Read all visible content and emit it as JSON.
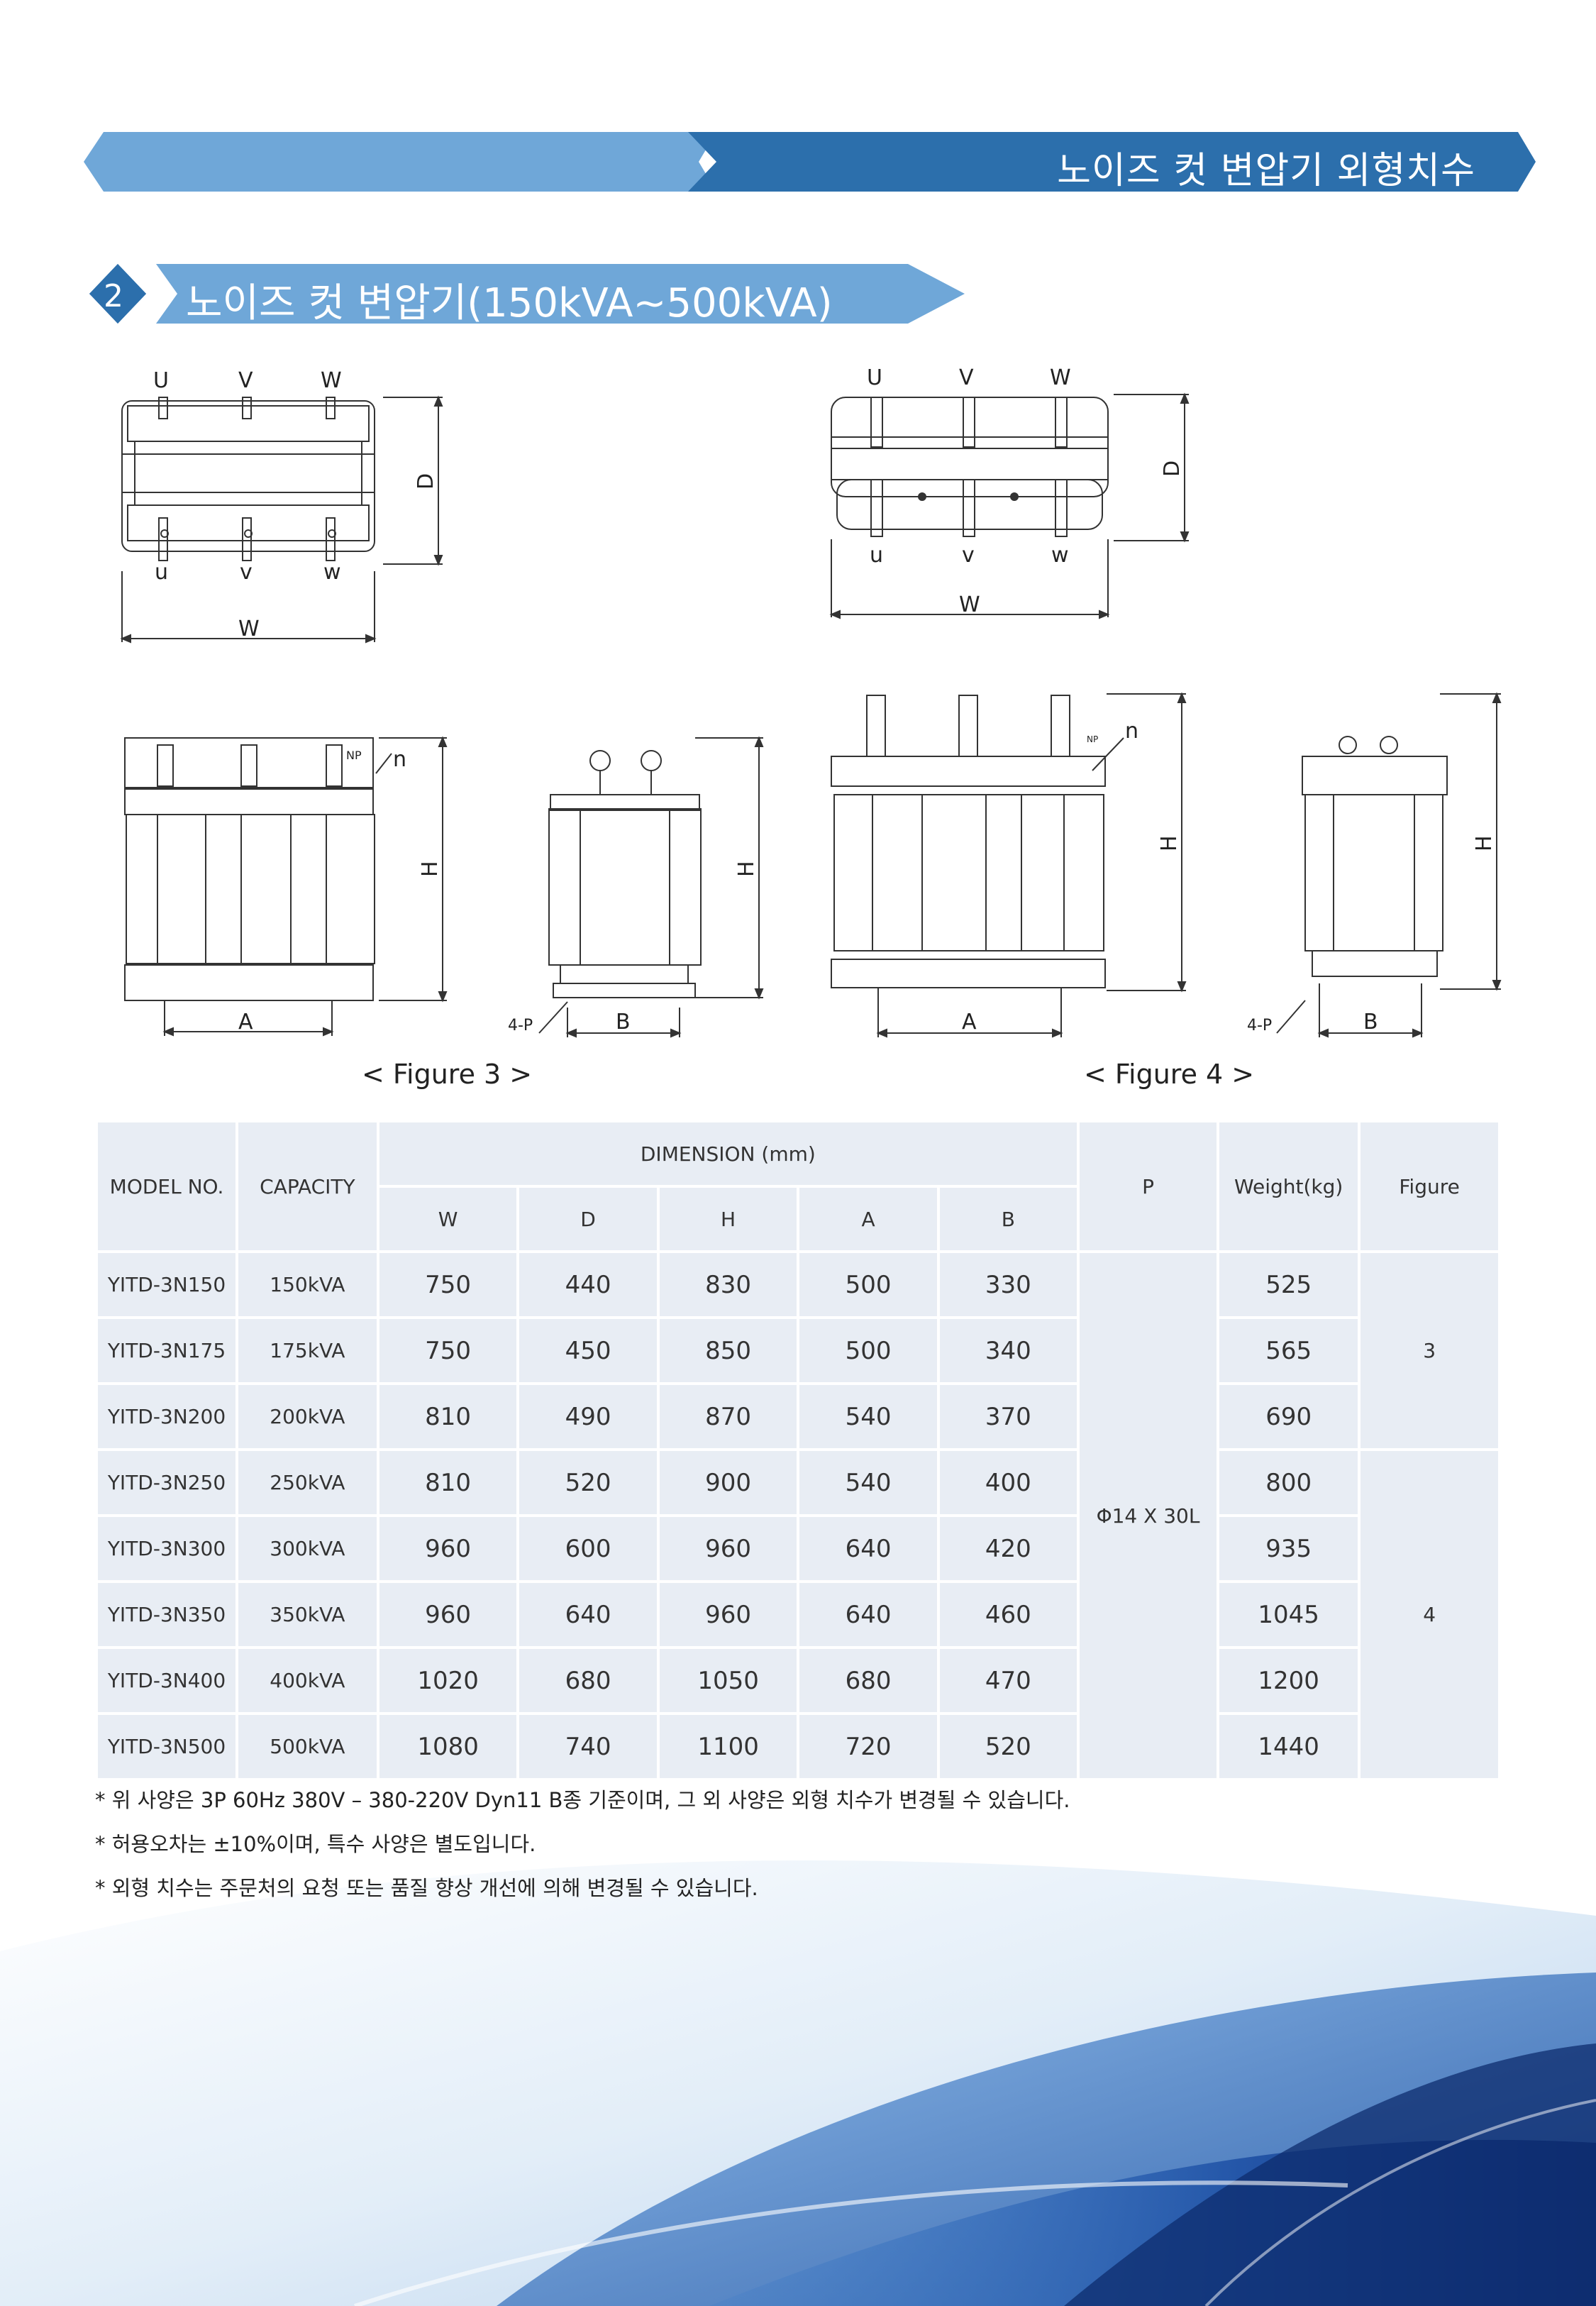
{
  "header": {
    "title": "노이즈 컷 변압기 외형치수"
  },
  "section": {
    "number": "2",
    "title": "노이즈 컷 변압기(150kVA~500kVA)"
  },
  "drawing_labels": {
    "top_terminals": [
      "U",
      "V",
      "W"
    ],
    "bottom_terminals": [
      "u",
      "v",
      "w"
    ],
    "width": "W",
    "depth": "D",
    "height": "H",
    "a": "A",
    "b": "B",
    "p": "4-P",
    "neutral": "NP",
    "n": "n"
  },
  "figures": {
    "fig3_caption": "< Figure 3 >",
    "fig4_caption": "< Figure 4 >"
  },
  "table": {
    "headers": {
      "model": "MODEL NO.",
      "capacity": "CAPACITY",
      "dimension": "DIMENSION (mm)",
      "p": "P",
      "weight": "Weight(kg)",
      "figure": "Figure",
      "dims": [
        "W",
        "D",
        "H",
        "A",
        "B"
      ]
    },
    "rows": [
      {
        "model": "YITD-3N150",
        "capacity": "150kVA",
        "w": "750",
        "d": "440",
        "h": "830",
        "a": "500",
        "b": "330",
        "weight": "525"
      },
      {
        "model": "YITD-3N175",
        "capacity": "175kVA",
        "w": "750",
        "d": "450",
        "h": "850",
        "a": "500",
        "b": "340",
        "weight": "565"
      },
      {
        "model": "YITD-3N200",
        "capacity": "200kVA",
        "w": "810",
        "d": "490",
        "h": "870",
        "a": "540",
        "b": "370",
        "weight": "690"
      },
      {
        "model": "YITD-3N250",
        "capacity": "250kVA",
        "w": "810",
        "d": "520",
        "h": "900",
        "a": "540",
        "b": "400",
        "weight": "800"
      },
      {
        "model": "YITD-3N300",
        "capacity": "300kVA",
        "w": "960",
        "d": "600",
        "h": "960",
        "a": "640",
        "b": "420",
        "weight": "935"
      },
      {
        "model": "YITD-3N350",
        "capacity": "350kVA",
        "w": "960",
        "d": "640",
        "h": "960",
        "a": "640",
        "b": "460",
        "weight": "1045"
      },
      {
        "model": "YITD-3N400",
        "capacity": "400kVA",
        "w": "1020",
        "d": "680",
        "h": "1050",
        "a": "680",
        "b": "470",
        "weight": "1200"
      },
      {
        "model": "YITD-3N500",
        "capacity": "500kVA",
        "w": "1080",
        "d": "740",
        "h": "1100",
        "a": "720",
        "b": "520",
        "weight": "1440"
      }
    ],
    "p_value": "Φ14 X 30L",
    "figure_groups": [
      "3",
      "4"
    ]
  },
  "notes": [
    "* 위 사양은 3P 60Hz 380V – 380-220V Dyn11 B종 기준이며, 그 외 사양은 외형 치수가 변경될 수 있습니다.",
    "* 허용오차는 ±10%이며, 특수 사양은 별도입니다.",
    "* 외형 치수는 주문처의 요청 또는 품질 향상 개선에 의해 변경될 수 있습니다."
  ],
  "colors": {
    "banner_light": "#6fa7d8",
    "banner_dark": "#2c6fac",
    "table_cell": "#e8edf4",
    "wave_dark": "#1a3f8a"
  }
}
